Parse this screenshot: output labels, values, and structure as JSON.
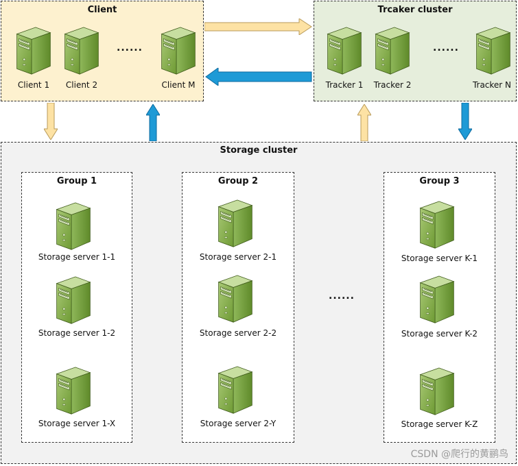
{
  "client_cluster": {
    "title": "Client",
    "servers": [
      "Client 1",
      "Client 2",
      "Client M"
    ],
    "ellipsis": "......"
  },
  "tracker_cluster": {
    "title": "Trcaker cluster",
    "servers": [
      "Tracker 1",
      "Tracker 2",
      "Tracker N"
    ],
    "ellipsis": "......"
  },
  "storage_cluster": {
    "title": "Storage cluster",
    "ellipsis": "......",
    "groups": [
      {
        "title": "Group 1",
        "servers": [
          "Storage server 1-1",
          "Storage server 1-2",
          "Storage server 1-X"
        ]
      },
      {
        "title": "Group 2",
        "servers": [
          "Storage server 2-1",
          "Storage server 2-2",
          "Storage server 2-Y"
        ]
      },
      {
        "title": "Group 3",
        "servers": [
          "Storage server K-1",
          "Storage server K-2",
          "Storage server K-Z"
        ]
      }
    ]
  },
  "watermark": "CSDN @爬行的黄鹂鸟",
  "colors": {
    "client_fill": "#fdf1cf",
    "tracker_fill": "#e6eedc",
    "storage_fill": "#f2f2f2",
    "arrow_yellow": "#fde2a4",
    "arrow_blue": "#1e9ad6",
    "server_green": "#7aa83d"
  },
  "icons": {
    "server": "server-tower-icon"
  }
}
